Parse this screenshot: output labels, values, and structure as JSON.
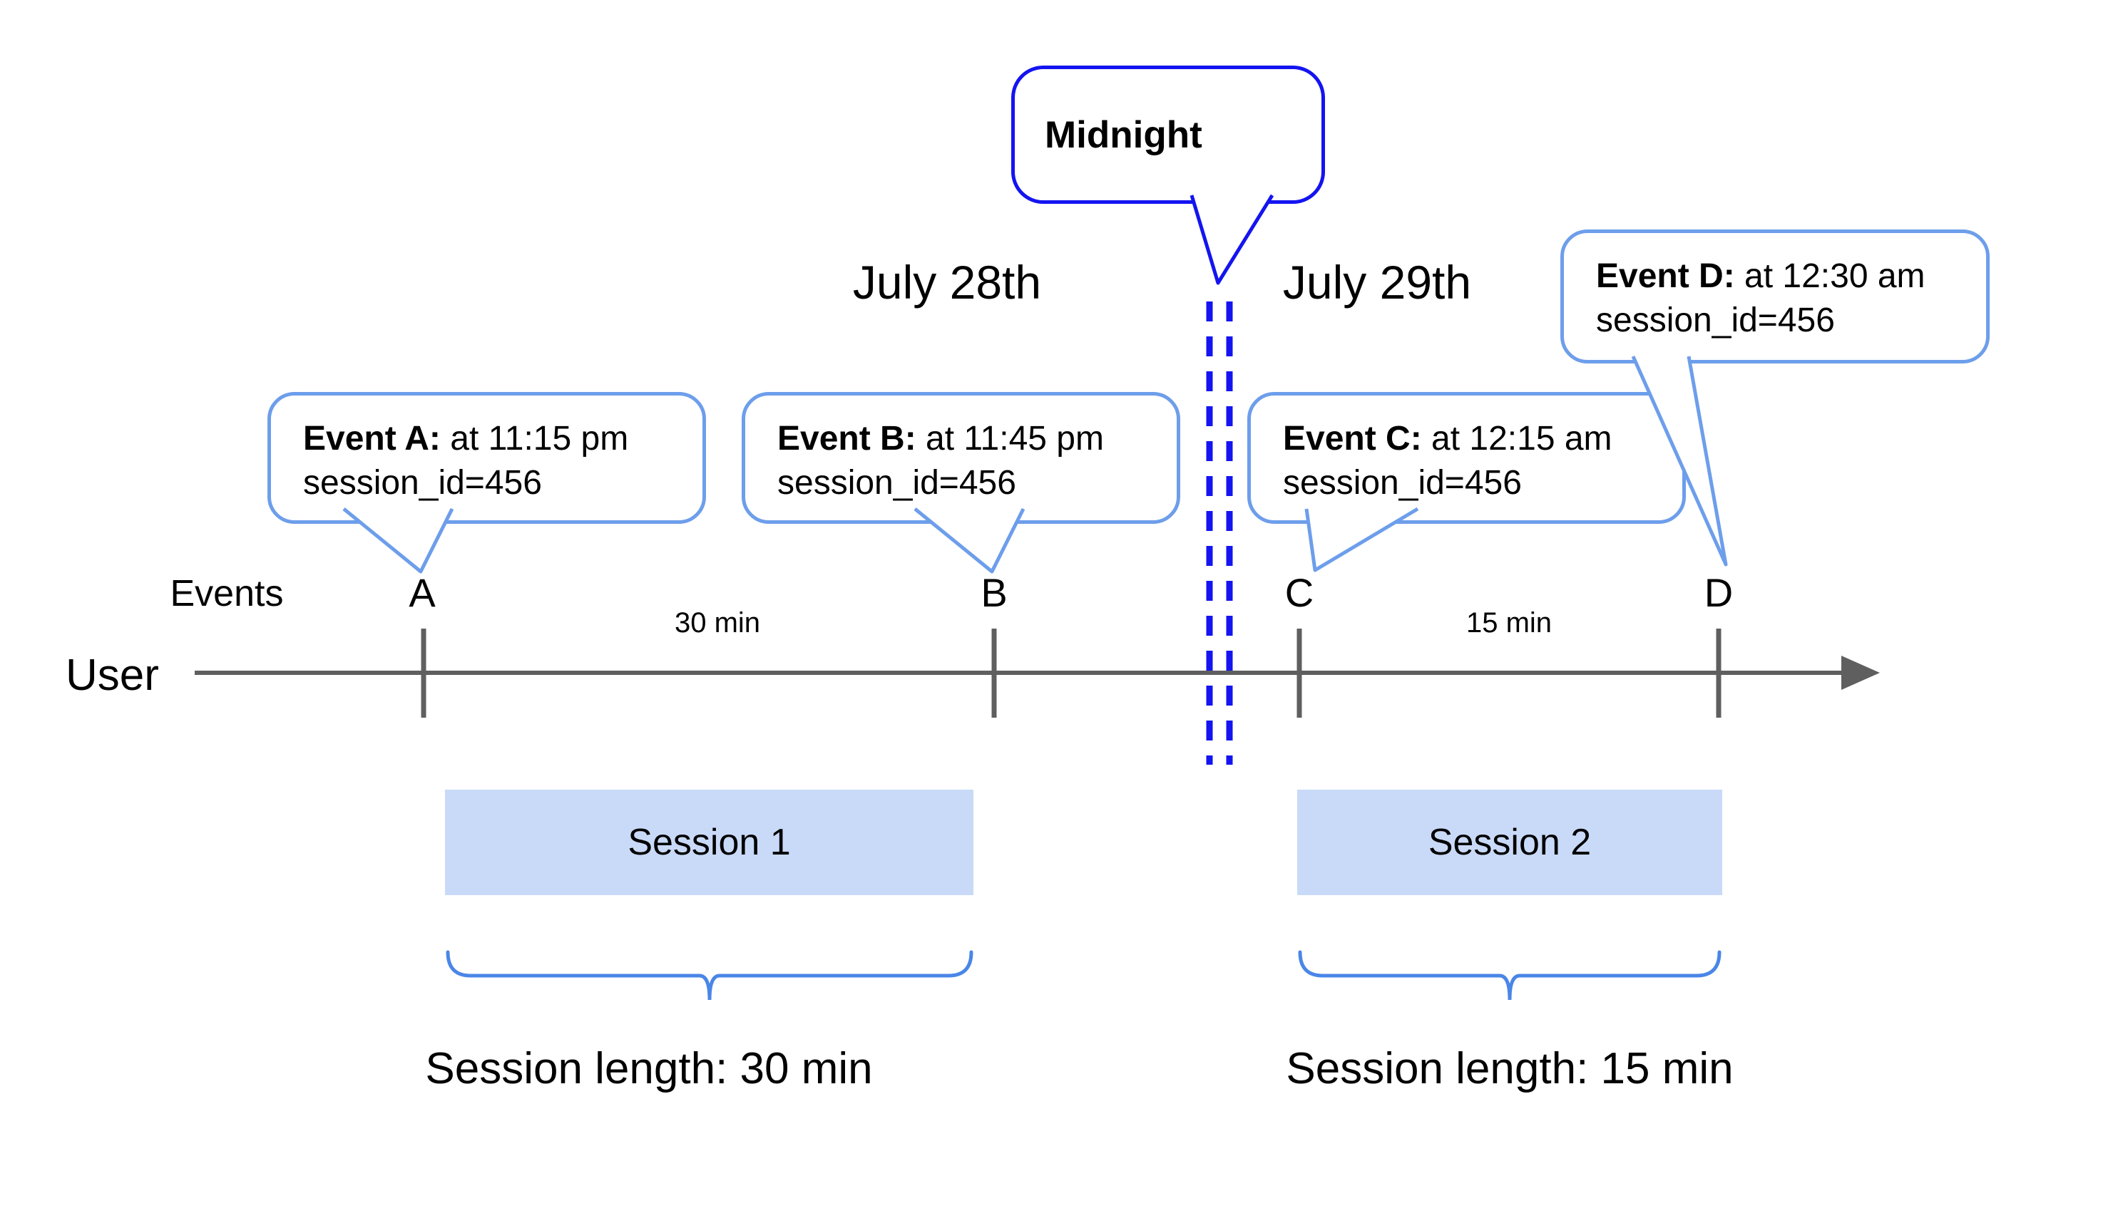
{
  "midnight": {
    "label": "Midnight"
  },
  "dates": {
    "left": "July 28th",
    "right": "July 29th"
  },
  "axis": {
    "events_label": "Events",
    "user_label": "User"
  },
  "callouts": [
    {
      "event": "Event A:",
      "detail": " at 11:15 pm",
      "session": "session_id=456"
    },
    {
      "event": "Event B:",
      "detail": " at 11:45 pm",
      "session": "session_id=456"
    },
    {
      "event": "Event C:",
      "detail": " at 12:15 am",
      "session": "session_id=456"
    },
    {
      "event": "Event D:",
      "detail": " at 12:30 am",
      "session": "session_id=456"
    }
  ],
  "ticks": [
    {
      "label": "A"
    },
    {
      "label": "B"
    },
    {
      "label": "C"
    },
    {
      "label": "D"
    }
  ],
  "intervals": [
    {
      "label": "30 min"
    },
    {
      "label": "15 min"
    }
  ],
  "sessions": [
    {
      "label": "Session 1",
      "length": "Session length: 30 min"
    },
    {
      "label": "Session 2",
      "length": "Session length: 15 min"
    }
  ],
  "colors": {
    "midnight_blue": "#1414f0",
    "callout_blue": "#6d9eeb",
    "brace_blue": "#4a86e8",
    "session_fill": "#c9daf8",
    "axis_gray": "#5f5f5f",
    "text": "#000000"
  }
}
